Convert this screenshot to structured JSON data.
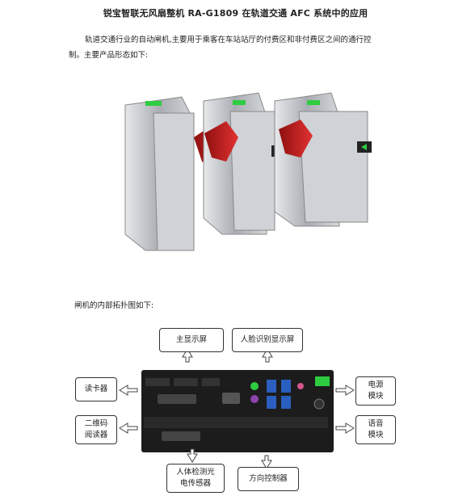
{
  "doc": {
    "title": "锐宝智联无风扇整机 RA-G1809 在轨道交通 AFC 系统中的应用",
    "intro_line1": "轨道交通行业的自动闸机,主要用于乘客在车站站厅的付费区和非付费区之间的通行控",
    "intro_line2": "制。主要产品形态如下:",
    "topology_caption": "闸机的内部拓扑图如下:"
  },
  "diagram": {
    "labels": {
      "main_display": "主显示屏",
      "face_display": "人脸识别显示屏",
      "card_reader": "读卡器",
      "qr_reader_1": "二维码",
      "qr_reader_2": "阅读器",
      "power_1": "电源",
      "power_2": "模块",
      "voice_1": "语音",
      "voice_2": "模块",
      "body_sensor_1": "人体检测光",
      "body_sensor_2": "电传感器",
      "direction_ctrl": "方向控制器"
    }
  },
  "colors": {
    "flap_red": "#d42a2a",
    "led_green": "#2ecc40",
    "steel": "#b8bcc2",
    "box_dark": "#1c1c1c"
  }
}
